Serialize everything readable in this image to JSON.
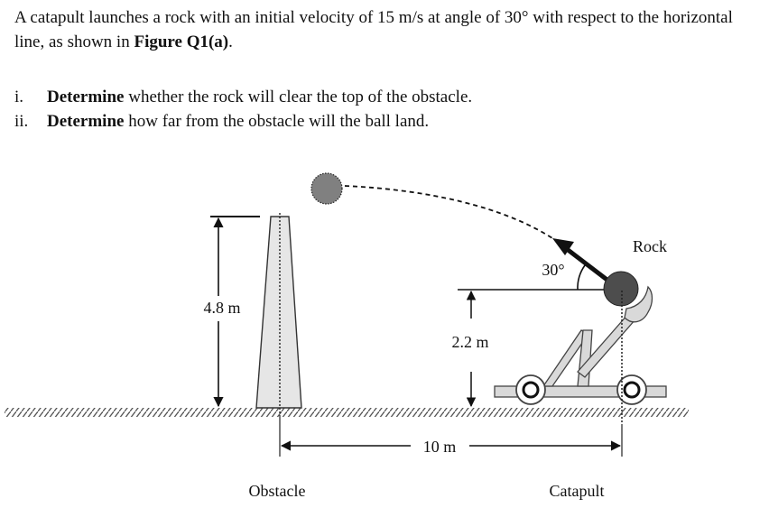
{
  "problem": {
    "text_before_figure_ref": "A catapult launches a rock with an initial velocity of 15 m/s at angle of 30° with respect to the horizontal line, as shown in",
    "figure_ref": "Figure Q1(a)",
    "text_end": "."
  },
  "questions": [
    {
      "number": "i.",
      "verb": "Determine",
      "rest": " whether the rock will clear the top of the obstacle."
    },
    {
      "number": "ii.",
      "verb": "Determine",
      "rest": " how far from the obstacle will the ball land."
    }
  ],
  "figure": {
    "obstacle_height_label": "4.8 m",
    "launch_height_label": "2.2 m",
    "angle_label": "30°",
    "distance_label": "10 m",
    "rock_label": "Rock",
    "obstacle_label": "Obstacle",
    "catapult_label": "Catapult",
    "colors": {
      "rock": "#4d4d4d",
      "flying_rock": "#808080",
      "obstacle_fill": "#e6e6e6",
      "catapult_wood": "#d9d9d9",
      "ground_hatch": "#555555"
    }
  }
}
